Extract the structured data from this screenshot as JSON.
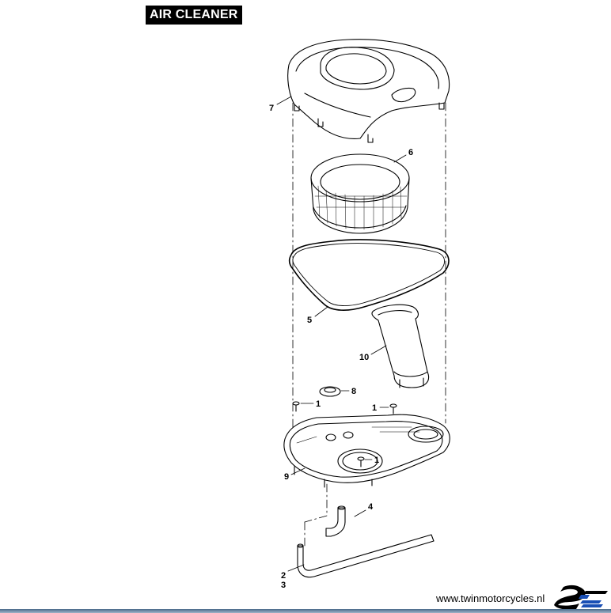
{
  "title": "AIR CLEANER",
  "footer": {
    "website": "www.twinmotorcycles.nl"
  },
  "callouts": {
    "c7": "7",
    "c6": "6",
    "c5": "5",
    "c10": "10",
    "c8": "8",
    "c1a": "1",
    "c1b": "1",
    "c1c": "1",
    "c9": "9",
    "c4": "4",
    "c2": "2",
    "c3": "3"
  }
}
